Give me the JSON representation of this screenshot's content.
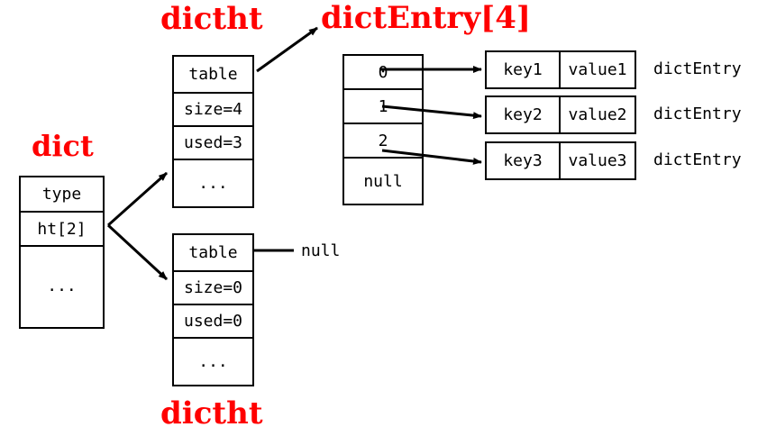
{
  "diagram": {
    "title_labels": {
      "dictht_top": "dictht",
      "dictentry_array": "dictEntry[4]",
      "dict": "dict",
      "dictht_bottom": "dictht"
    },
    "dict_struct": {
      "name": "dict",
      "fields": [
        {
          "label": "type"
        },
        {
          "label": "ht[2]"
        },
        {
          "label": "..."
        }
      ]
    },
    "dictht_0": {
      "name": "dictht",
      "fields": [
        {
          "label": "table"
        },
        {
          "label": "size=4"
        },
        {
          "label": "used=3"
        },
        {
          "label": "..."
        }
      ]
    },
    "dictht_1": {
      "name": "dictht",
      "fields": [
        {
          "label": "table"
        },
        {
          "label": "size=0"
        },
        {
          "label": "used=0"
        },
        {
          "label": "..."
        }
      ]
    },
    "bucket_array": {
      "name": "dictEntry[4]",
      "slots": [
        {
          "label": "0"
        },
        {
          "label": "1"
        },
        {
          "label": "2"
        },
        {
          "label": "null"
        }
      ]
    },
    "entries": [
      {
        "key": "key1",
        "value": "value1",
        "type_label": "dictEntry"
      },
      {
        "key": "key2",
        "value": "value2",
        "type_label": "dictEntry"
      },
      {
        "key": "key3",
        "value": "value3",
        "type_label": "dictEntry"
      }
    ],
    "null_pointer_label": "null",
    "colors": {
      "label_red": "#ff0000",
      "stroke_black": "#000000",
      "background": "#ffffff"
    }
  }
}
